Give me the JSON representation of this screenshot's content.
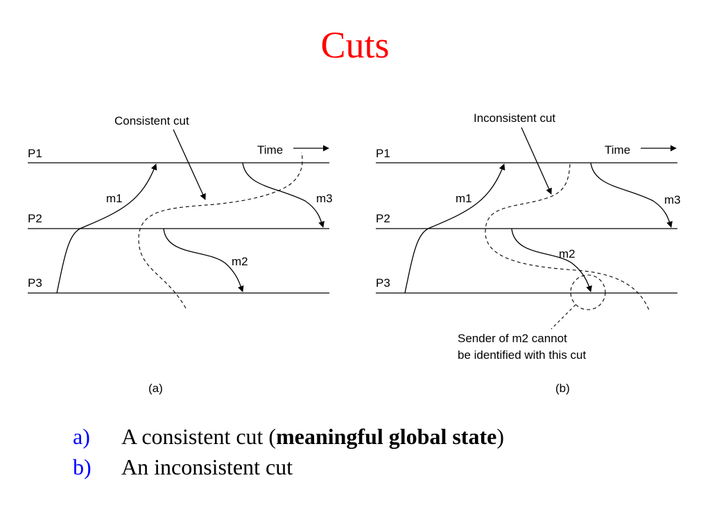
{
  "slide": {
    "title": "Cuts"
  },
  "diagram_a": {
    "cut_label": "Consistent cut",
    "time_label": "Time",
    "processes": [
      "P1",
      "P2",
      "P3"
    ],
    "messages": [
      "m1",
      "m2",
      "m3"
    ],
    "caption": "(a)"
  },
  "diagram_b": {
    "cut_label": "Inconsistent cut",
    "time_label": "Time",
    "processes": [
      "P1",
      "P2",
      "P3"
    ],
    "messages": [
      "m1",
      "m2",
      "m3"
    ],
    "note_line1": "Sender of m2 cannot",
    "note_line2": "be identified with this cut",
    "caption": "(b)"
  },
  "list": {
    "items": [
      {
        "marker": "a)",
        "text_before": "A consistent cut (",
        "text_bold": "meaningful global state",
        "text_after": ")"
      },
      {
        "marker": "b)",
        "text": "An inconsistent cut"
      }
    ]
  }
}
